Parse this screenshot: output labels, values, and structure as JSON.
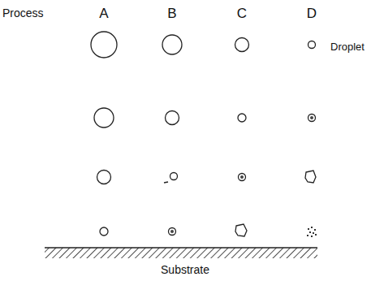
{
  "diagram": {
    "labels": [
      "Process",
      "A",
      "B",
      "C",
      "D",
      "Droplet",
      "Substrate"
    ]
  }
}
